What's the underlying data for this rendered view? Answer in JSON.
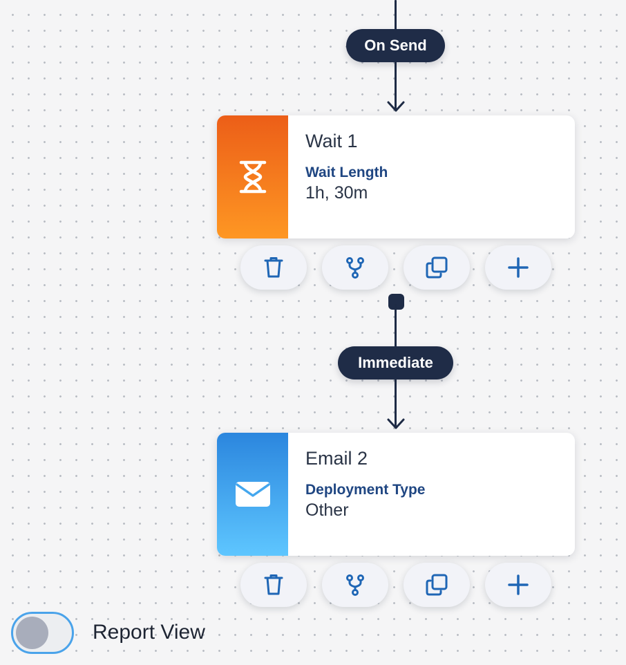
{
  "colors": {
    "connector": "#1e2b45",
    "pill_bg": "#1f2c47",
    "wait_accent_top": "#ec5e18",
    "wait_accent_bottom": "#fe9723",
    "email_accent_top": "#2b86de",
    "email_accent_bottom": "#5ec6ff",
    "action_icon": "#1f66b5",
    "label_blue": "#1f4682",
    "toggle_border": "#4aa3ea"
  },
  "flow": {
    "edges": [
      {
        "label": "On Send"
      },
      {
        "label": "Immediate"
      }
    ],
    "nodes": [
      {
        "title": "Wait 1",
        "icon": "hourglass-icon",
        "detail_label": "Wait Length",
        "detail_value": "1h, 30m"
      },
      {
        "title": "Email 2",
        "icon": "envelope-icon",
        "detail_label": "Deployment Type",
        "detail_value": "Other"
      }
    ],
    "actions": [
      {
        "icon": "trash-icon"
      },
      {
        "icon": "branch-icon"
      },
      {
        "icon": "duplicate-icon"
      },
      {
        "icon": "plus-icon"
      }
    ]
  },
  "report_view": {
    "label": "Report View",
    "enabled": false
  }
}
